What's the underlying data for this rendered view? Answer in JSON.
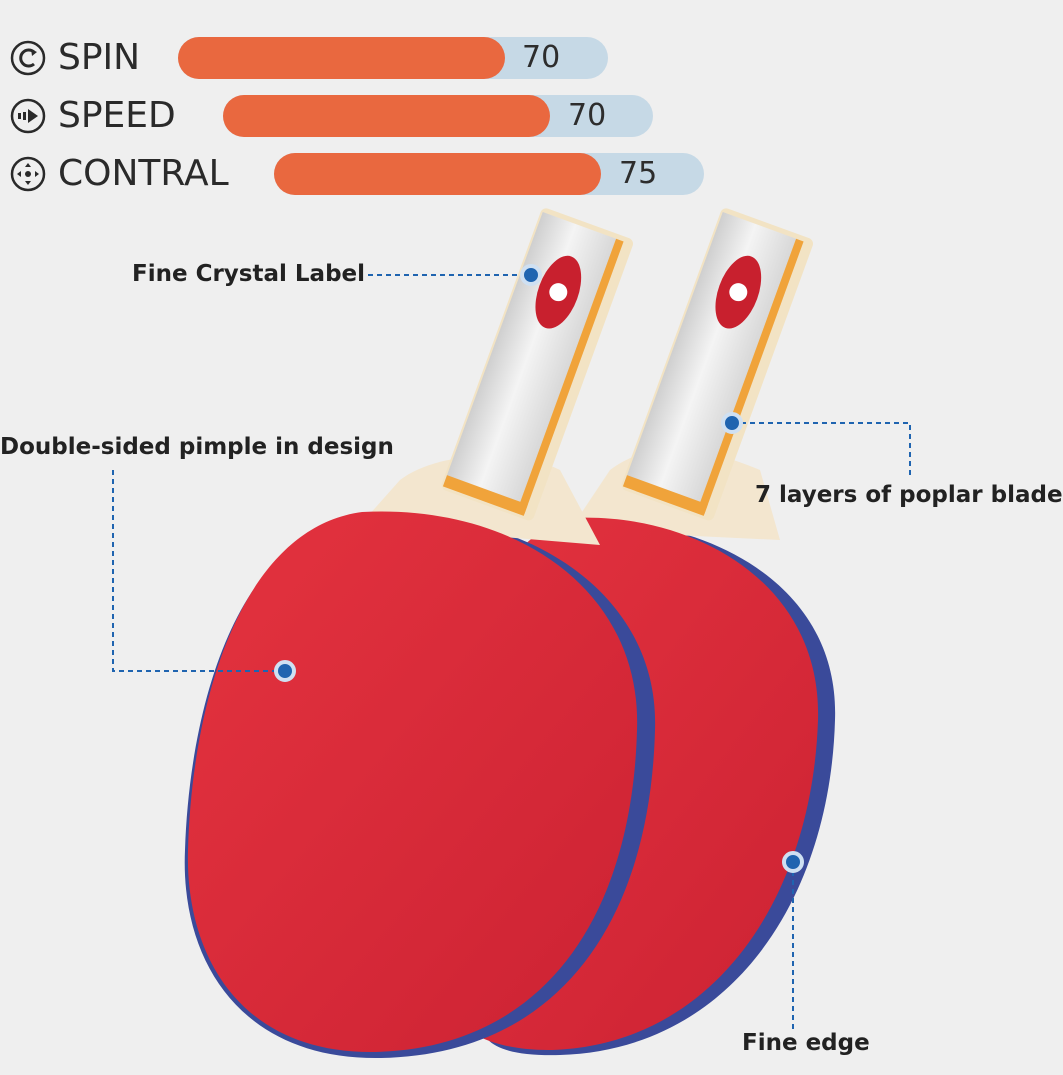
{
  "stats": [
    {
      "label": "SPIN",
      "value": 70,
      "value_text": "70",
      "icon": "spin-icon"
    },
    {
      "label": "SPEED",
      "value": 70,
      "value_text": "70",
      "icon": "speed-icon"
    },
    {
      "label": "CONTRAL",
      "value": 75,
      "value_text": "75",
      "icon": "control-icon"
    }
  ],
  "callouts": {
    "label": "Fine Crystal Label",
    "pimple": "Double-sided pimple in design",
    "blade": "7 layers of poplar blade",
    "edge": "Fine edge"
  },
  "colors": {
    "background": "#efefef",
    "bar_fill": "#e9683f",
    "bar_track": "#c6d9e6",
    "rubber_red": "#d9293a",
    "callout_line": "#1f64b0",
    "edge_tape": "#3a4a9a"
  }
}
